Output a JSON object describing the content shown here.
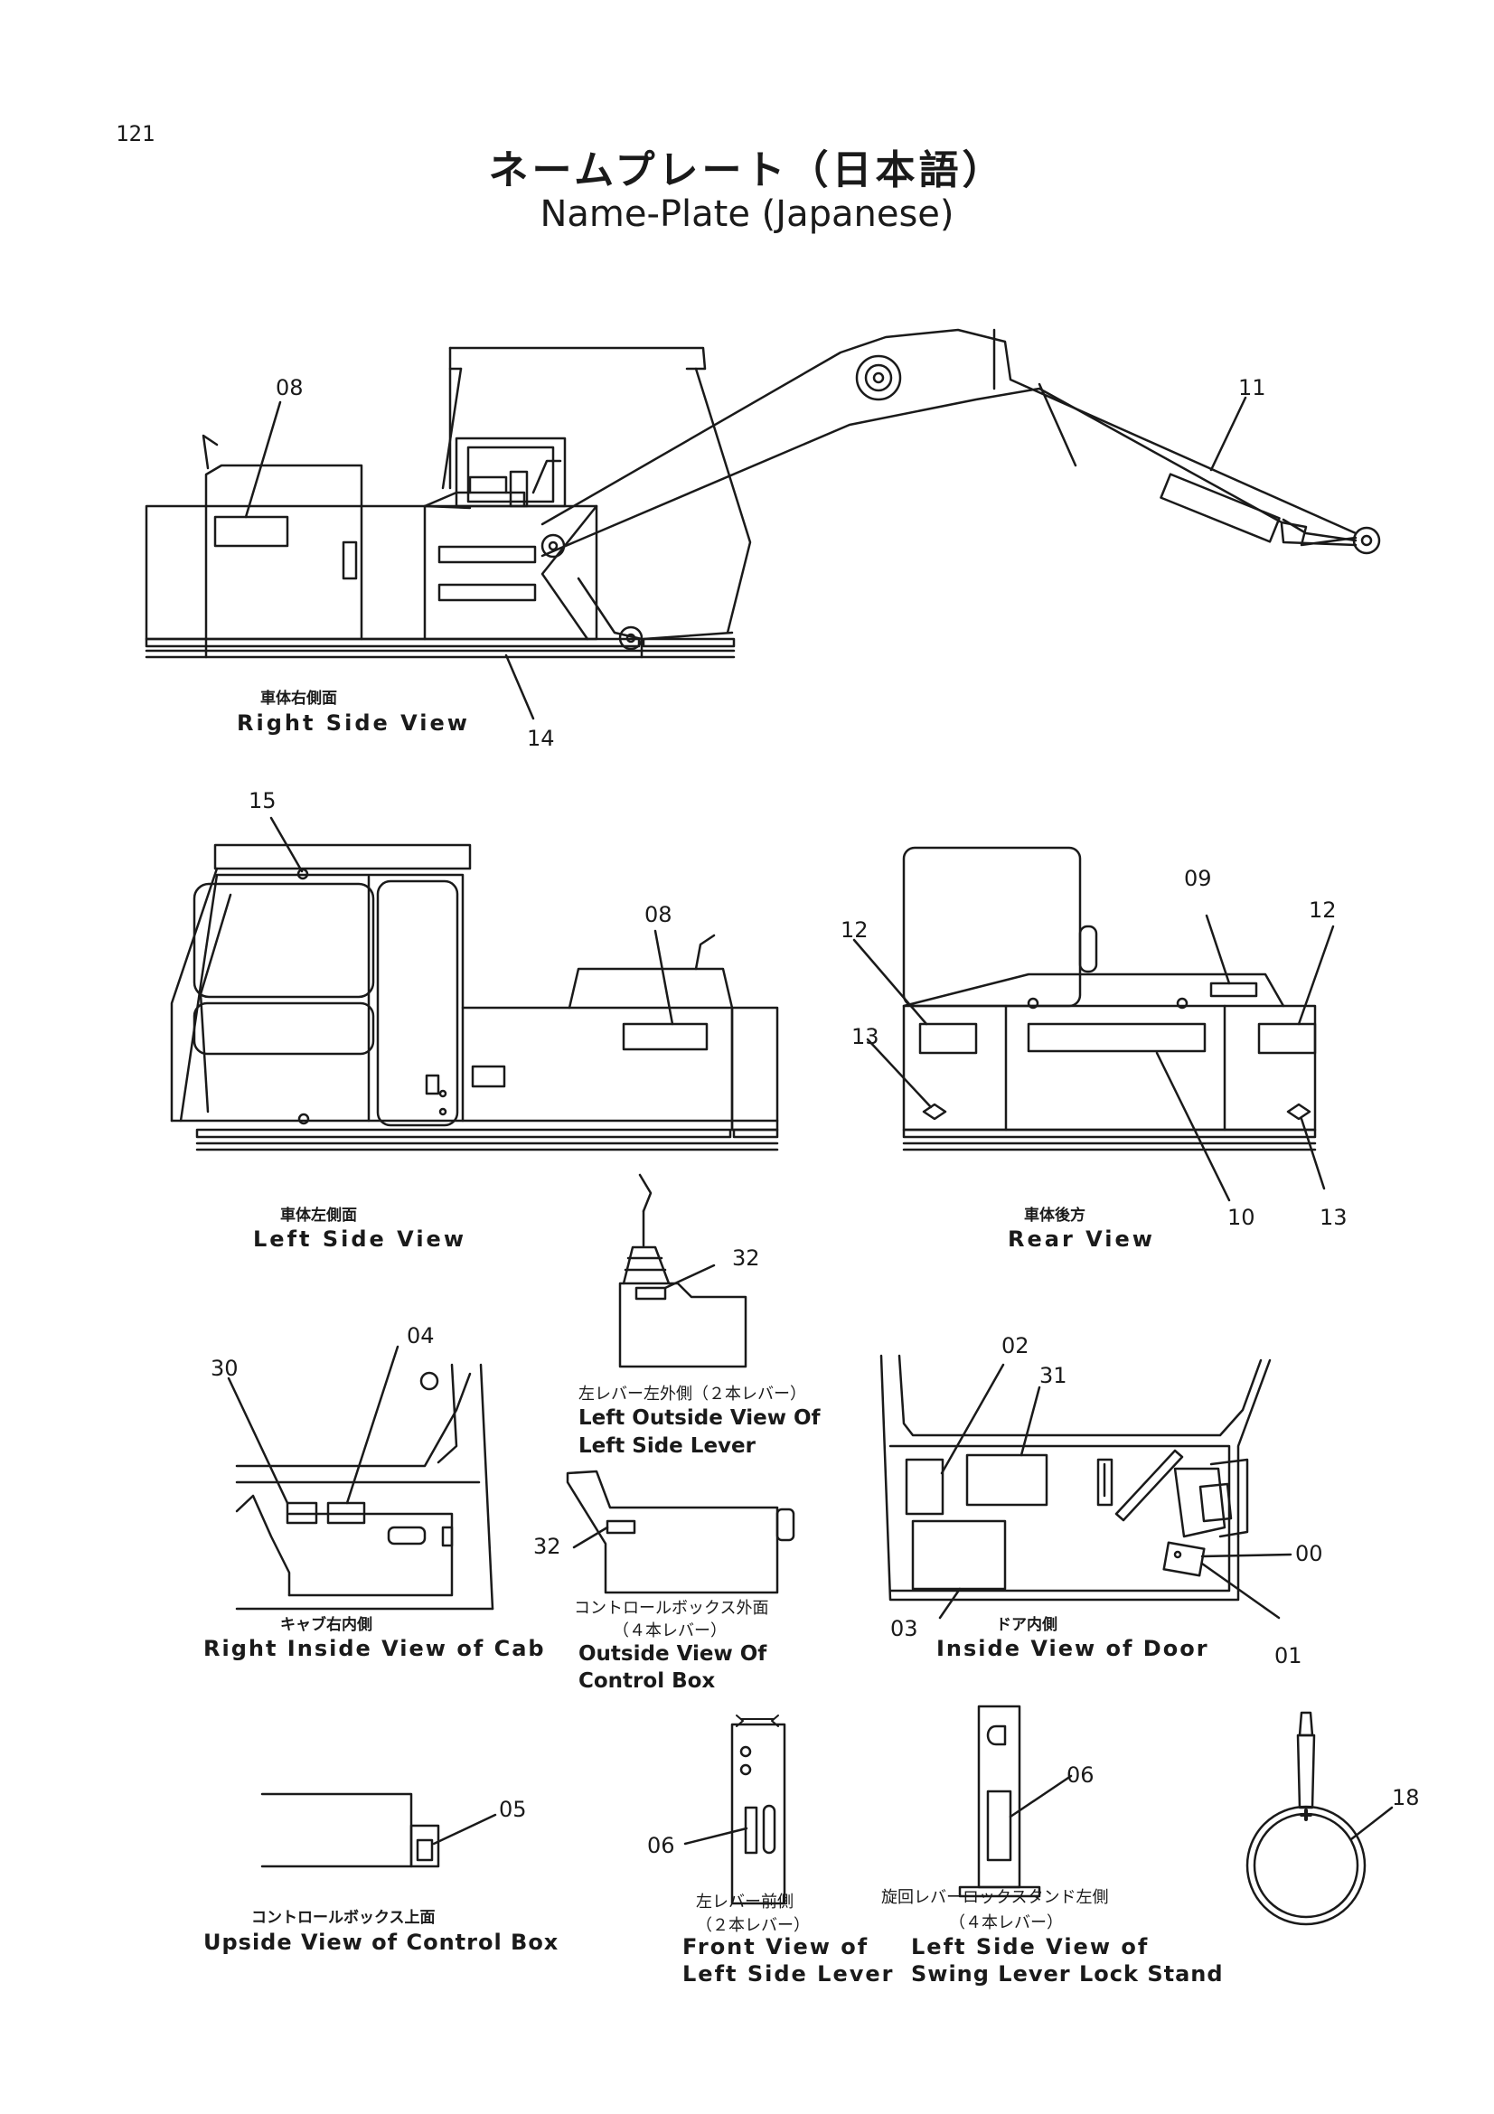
{
  "page_number": "121",
  "title_jp": "ネームプレート（日本語）",
  "title_en": "Name-Plate (Japanese)",
  "views": {
    "right_side": {
      "jp": "車体右側面",
      "en": "Right Side View"
    },
    "left_side": {
      "jp": "車体左側面",
      "en": "Left Side View"
    },
    "rear": {
      "jp": "車体後方",
      "en": "Rear View"
    },
    "left_outside_lever": {
      "jp": "左レバー左外側（２本レバー）",
      "en1": "Left Outside View Of",
      "en2": "Left Side Lever"
    },
    "right_inside_cab": {
      "jp": "キャブ右内側",
      "en": "Right  Inside View of Cab"
    },
    "outside_control_box": {
      "jp1": "コントロールボックス外面",
      "jp2": "（４本レバー）",
      "en1": "Outside View Of",
      "en2": "Control Box"
    },
    "inside_door": {
      "jp": "ドア内側",
      "en": "Inside  View of Door"
    },
    "upside_control_box": {
      "jp": "コントロールボックス上面",
      "en": "Upside View of Control Box"
    },
    "front_left_lever": {
      "jp1": "左レバー前側",
      "jp2": "（２本レバー）",
      "en1": "Front View of",
      "en2": "Left Side Lever"
    },
    "swing_lock_stand": {
      "jp1": "旋回レバーロックスタンド左側",
      "jp2": "（４本レバー）",
      "en1": "Left Side View of",
      "en2": "Swing Lever Lock Stand"
    }
  },
  "callouts": {
    "rs_08": "08",
    "rs_11": "11",
    "rs_14": "14",
    "ls_15": "15",
    "ls_08": "08",
    "rv_09": "09",
    "rv_12a": "12",
    "rv_12b": "12",
    "rv_13a": "13",
    "rv_13b": "13",
    "rv_10": "10",
    "lo_32": "32",
    "cab_30": "30",
    "cab_04": "04",
    "cb_32": "32",
    "door_02": "02",
    "door_31": "31",
    "door_00": "00",
    "door_03": "03",
    "door_01": "01",
    "up_05": "05",
    "fl_06": "06",
    "sw_06": "06",
    "ring_18": "18"
  }
}
